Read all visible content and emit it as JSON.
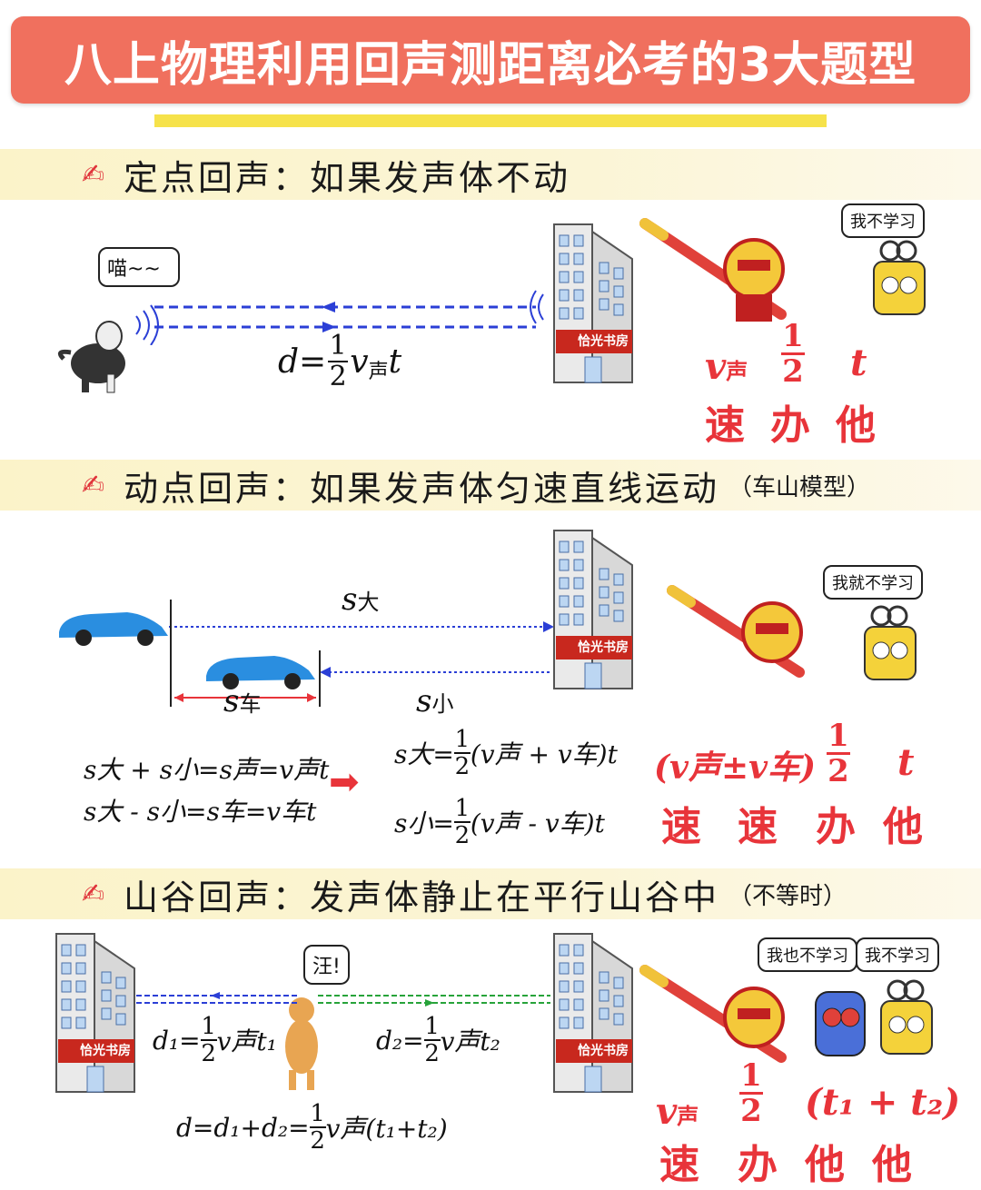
{
  "banner": {
    "title": "八上物理利用回声测距离必考的3大题型"
  },
  "section1": {
    "title": "定点回声：如果发声体不动",
    "cat_bubble": "喵~~",
    "formula_lhs": "d=",
    "formula_num": "1",
    "formula_den": "2",
    "formula_v": "v",
    "formula_sub": "声",
    "formula_t": "t",
    "sign": "恰光书房",
    "bubble_right": "我不学习",
    "labels": {
      "v": "v",
      "v_sub": "声",
      "half_num": "1",
      "half_den": "2",
      "t": "t"
    },
    "words": [
      "速",
      "办",
      "他"
    ]
  },
  "section2": {
    "title": "动点回声：如果发声体匀速直线运动",
    "subtitle": "（车山模型）",
    "s_da": "s",
    "s_da_sub": "大",
    "s_che": "s",
    "s_che_sub": "车",
    "s_xiao": "s",
    "s_xiao_sub": "小",
    "eq1": "s大 + s小=s声=v声t",
    "eq2": "s大 - s小=s车=v车t",
    "eq3_lhs": "s大=",
    "eq3_rhs": "(v声 + v车)t",
    "eq4_lhs": "s小=",
    "eq4_rhs": "(v声 - v车)t",
    "half_num": "1",
    "half_den": "2",
    "sign": "恰光书房",
    "bubble_right": "我就不学习",
    "labels": {
      "vv": "(v声±v车)",
      "half_num": "1",
      "half_den": "2",
      "t": "t"
    },
    "words": [
      "速",
      "速",
      "办",
      "他"
    ]
  },
  "section3": {
    "title": "山谷回声：发声体静止在平行山谷中",
    "subtitle": "（不等时）",
    "dog_bubble": "汪!",
    "d1_lhs": "d₁=",
    "d1_rhs": "v声t₁",
    "d2_lhs": "d₂=",
    "d2_rhs": "v声t₂",
    "d_total_lhs": "d=d₁+d₂=",
    "d_total_rhs": "v声(t₁+t₂)",
    "half_num": "1",
    "half_den": "2",
    "sign_left": "恰光书房",
    "sign_right": "恰光书房",
    "bubble_a": "我也不学习",
    "bubble_b": "我不学习",
    "labels": {
      "v": "v",
      "v_sub": "声",
      "half_num": "1",
      "half_den": "2",
      "tt": "(t₁ + t₂)"
    },
    "words": [
      "速",
      "办",
      "他",
      "他"
    ]
  },
  "colors": {
    "banner": "#f0705e",
    "accent_red": "#e8343a",
    "dashed_blue": "#2b3fd6",
    "dashed_green": "#27a33a",
    "header_bg": "#fbf3c9",
    "car": "#2a8ee0"
  }
}
